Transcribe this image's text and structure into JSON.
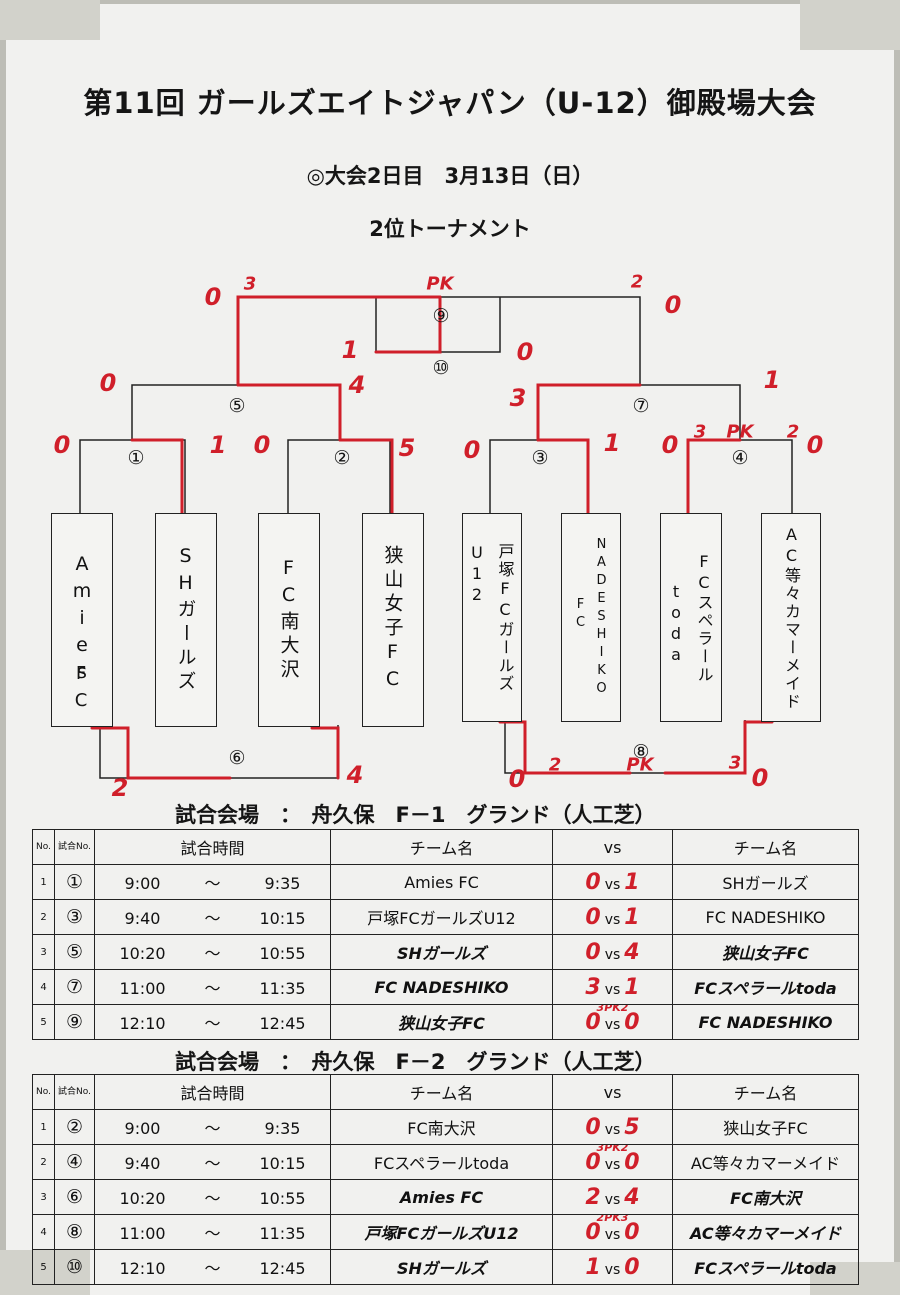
{
  "header": {
    "title": "第11回 ガールズエイトジャパン（U-12）御殿場大会",
    "day": "◎大会2日目　3月13日（日）",
    "bracket_name": "2位トーナメント"
  },
  "teams": [
    {
      "name": "Amies FC"
    },
    {
      "name": "SHガールズ"
    },
    {
      "name": "FC南大沢"
    },
    {
      "name": "狭山女子FC"
    },
    {
      "name": "戸塚FCガールズ U12"
    },
    {
      "name": "NADESHIKO FC"
    },
    {
      "name": "FCスペラール toda"
    },
    {
      "name": "AC等々カマーメイド"
    }
  ],
  "team_lines": {
    "t0a": "Amies",
    "t0b": "FC",
    "t4a": "戸塚FCガールズ",
    "t4b": "U12",
    "t5a": "NADESHIKO",
    "t5b": "FC",
    "t6a": "FCスペラール",
    "t6b": "toda"
  },
  "match_labels": {
    "m1": "①",
    "m2": "②",
    "m3": "③",
    "m4": "④",
    "m5": "⑤",
    "m6": "⑥",
    "m7": "⑦",
    "m8": "⑧",
    "m9": "⑨",
    "m10": "⑩"
  },
  "bracket_scores": {
    "m1_l": "0",
    "m1_r": "1",
    "m2_l": "0",
    "m2_r": "5",
    "m3_l": "0",
    "m3_r": "1",
    "m4_l": "0",
    "m4_pk_l": "3",
    "m4_pk": "PK",
    "m4_pk_r": "2",
    "m4_r": "0",
    "m5_l": "0",
    "m5_r": "4",
    "m7_l": "3",
    "m7_r": "1",
    "m9_l": "0",
    "m9_pk_l": "3",
    "m9_pk": "PK",
    "m9_pk_r": "2",
    "m9_r": "0",
    "m10_l": "1",
    "m10_r": "0",
    "m6_l": "2",
    "m6_r": "4",
    "m8_l": "0",
    "m8_pk_l": "2",
    "m8_pk": "PK",
    "m8_pk_r": "3",
    "m8_r": "0"
  },
  "venue1": {
    "title": "試合会場　：　舟久保　F－1　グランド（人工芝）",
    "headers": {
      "no": "No.",
      "match_no": "試合No.",
      "time": "試合時間",
      "team": "チーム名",
      "vs": "vs",
      "team2": "チーム名"
    },
    "rows": [
      {
        "no": "1",
        "match": "①",
        "start": "9:00",
        "sep": "～",
        "end": "9:35",
        "home": "Amies FC",
        "hs": "0",
        "vs": "vs",
        "as": "1",
        "away": "SHガールズ",
        "pk": ""
      },
      {
        "no": "2",
        "match": "③",
        "start": "9:40",
        "sep": "～",
        "end": "10:15",
        "home": "戸塚FCガールズU12",
        "hs": "0",
        "vs": "vs",
        "as": "1",
        "away": "FC NADESHIKO",
        "pk": ""
      },
      {
        "no": "3",
        "match": "⑤",
        "start": "10:20",
        "sep": "～",
        "end": "10:55",
        "home": "SHガールズ",
        "hs": "0",
        "vs": "vs",
        "as": "4",
        "away": "狭山女子FC",
        "pk": ""
      },
      {
        "no": "4",
        "match": "⑦",
        "start": "11:00",
        "sep": "～",
        "end": "11:35",
        "home": "FC NADESHIKO",
        "hs": "3",
        "vs": "vs",
        "as": "1",
        "away": "FCスペラールtoda",
        "pk": ""
      },
      {
        "no": "5",
        "match": "⑨",
        "start": "12:10",
        "sep": "～",
        "end": "12:45",
        "home": "狭山女子FC",
        "hs": "0",
        "vs": "vs",
        "as": "0",
        "away": "FC NADESHIKO",
        "pk": "3PK2"
      }
    ]
  },
  "venue2": {
    "title": "試合会場　：　舟久保　F－2　グランド（人工芝）",
    "headers": {
      "no": "No.",
      "match_no": "試合No.",
      "time": "試合時間",
      "team": "チーム名",
      "vs": "vs",
      "team2": "チーム名"
    },
    "rows": [
      {
        "no": "1",
        "match": "②",
        "start": "9:00",
        "sep": "～",
        "end": "9:35",
        "home": "FC南大沢",
        "hs": "0",
        "vs": "vs",
        "as": "5",
        "away": "狭山女子FC",
        "pk": ""
      },
      {
        "no": "2",
        "match": "④",
        "start": "9:40",
        "sep": "～",
        "end": "10:15",
        "home": "FCスペラールtoda",
        "hs": "0",
        "vs": "vs",
        "as": "0",
        "away": "AC等々カマーメイド",
        "pk": "3PK2"
      },
      {
        "no": "3",
        "match": "⑥",
        "start": "10:20",
        "sep": "～",
        "end": "10:55",
        "home": "Amies FC",
        "hs": "2",
        "vs": "vs",
        "as": "4",
        "away": "FC南大沢",
        "pk": ""
      },
      {
        "no": "4",
        "match": "⑧",
        "start": "11:00",
        "sep": "～",
        "end": "11:35",
        "home": "戸塚FCガールズU12",
        "hs": "0",
        "vs": "vs",
        "as": "0",
        "away": "AC等々カマーメイド",
        "pk": "2PK3"
      },
      {
        "no": "5",
        "match": "⑩",
        "start": "12:10",
        "sep": "～",
        "end": "12:45",
        "home": "SHガールズ",
        "hs": "1",
        "vs": "vs",
        "as": "0",
        "away": "FCスペラールtoda",
        "pk": ""
      }
    ]
  },
  "colors": {
    "ink": "#151515",
    "red": "#d01f2a",
    "paper": "#f1f1ef"
  }
}
